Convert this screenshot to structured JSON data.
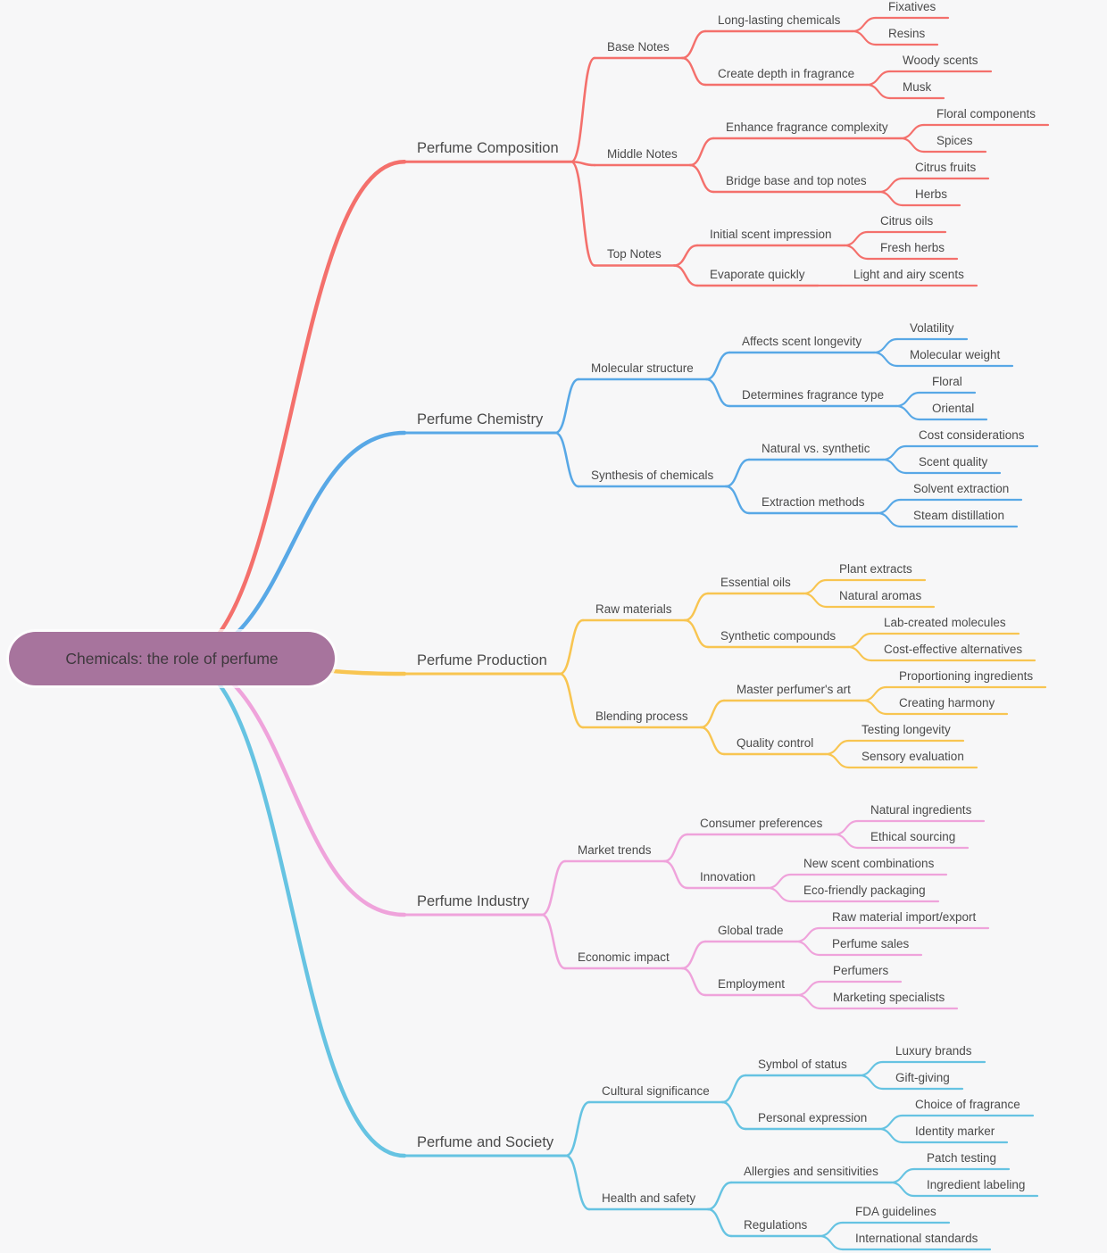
{
  "canvas": {
    "background": "#f7f7f8",
    "text_color": "#4a4a4a"
  },
  "root": {
    "label": "Chemicals: the role of perfume",
    "fill": "#a7749d",
    "text_color": "#3e383d"
  },
  "chart_data": {
    "type": "mindmap-tree",
    "title": "Chemicals: the role of perfume",
    "layout": "horizontal-right",
    "legend_position": "none",
    "grid": false
  },
  "branches": [
    {
      "label": "Perfume Composition",
      "color": "#f4706c",
      "children": [
        {
          "label": "Base Notes",
          "children": [
            {
              "label": "Long-lasting chemicals",
              "children": [
                {
                  "label": "Fixatives"
                },
                {
                  "label": "Resins"
                }
              ]
            },
            {
              "label": "Create depth in fragrance",
              "children": [
                {
                  "label": "Woody scents"
                },
                {
                  "label": "Musk"
                }
              ]
            }
          ]
        },
        {
          "label": "Middle Notes",
          "children": [
            {
              "label": "Enhance fragrance complexity",
              "children": [
                {
                  "label": "Floral components"
                },
                {
                  "label": "Spices"
                }
              ]
            },
            {
              "label": "Bridge base and top notes",
              "children": [
                {
                  "label": "Citrus fruits"
                },
                {
                  "label": "Herbs"
                }
              ]
            }
          ]
        },
        {
          "label": "Top Notes",
          "children": [
            {
              "label": "Initial scent impression",
              "children": [
                {
                  "label": "Citrus oils"
                },
                {
                  "label": "Fresh herbs"
                }
              ]
            },
            {
              "label": "Evaporate quickly",
              "children": [
                {
                  "label": "Light and airy scents"
                }
              ]
            }
          ]
        }
      ]
    },
    {
      "label": "Perfume Chemistry",
      "color": "#58a8e6",
      "children": [
        {
          "label": "Molecular structure",
          "children": [
            {
              "label": "Affects scent longevity",
              "children": [
                {
                  "label": "Volatility"
                },
                {
                  "label": "Molecular weight"
                }
              ]
            },
            {
              "label": "Determines fragrance type",
              "children": [
                {
                  "label": "Floral"
                },
                {
                  "label": "Oriental"
                }
              ]
            }
          ]
        },
        {
          "label": "Synthesis of chemicals",
          "children": [
            {
              "label": "Natural vs. synthetic",
              "children": [
                {
                  "label": "Cost considerations"
                },
                {
                  "label": "Scent quality"
                }
              ]
            },
            {
              "label": "Extraction methods",
              "children": [
                {
                  "label": "Solvent extraction"
                },
                {
                  "label": "Steam distillation"
                }
              ]
            }
          ]
        }
      ]
    },
    {
      "label": "Perfume Production",
      "color": "#f8c551",
      "children": [
        {
          "label": "Raw materials",
          "children": [
            {
              "label": "Essential oils",
              "children": [
                {
                  "label": "Plant extracts"
                },
                {
                  "label": "Natural aromas"
                }
              ]
            },
            {
              "label": "Synthetic compounds",
              "children": [
                {
                  "label": "Lab-created molecules"
                },
                {
                  "label": "Cost-effective alternatives"
                }
              ]
            }
          ]
        },
        {
          "label": "Blending process",
          "children": [
            {
              "label": "Master perfumer's art",
              "children": [
                {
                  "label": "Proportioning ingredients"
                },
                {
                  "label": "Creating harmony"
                }
              ]
            },
            {
              "label": "Quality control",
              "children": [
                {
                  "label": "Testing longevity"
                },
                {
                  "label": "Sensory evaluation"
                }
              ]
            }
          ]
        }
      ]
    },
    {
      "label": "Perfume Industry",
      "color": "#efa3db",
      "children": [
        {
          "label": "Market trends",
          "children": [
            {
              "label": "Consumer preferences",
              "children": [
                {
                  "label": "Natural ingredients"
                },
                {
                  "label": "Ethical sourcing"
                }
              ]
            },
            {
              "label": "Innovation",
              "children": [
                {
                  "label": "New scent combinations"
                },
                {
                  "label": "Eco-friendly packaging"
                }
              ]
            }
          ]
        },
        {
          "label": "Economic impact",
          "children": [
            {
              "label": "Global trade",
              "children": [
                {
                  "label": "Raw material import/export"
                },
                {
                  "label": "Perfume sales"
                }
              ]
            },
            {
              "label": "Employment",
              "children": [
                {
                  "label": "Perfumers"
                },
                {
                  "label": "Marketing specialists"
                }
              ]
            }
          ]
        }
      ]
    },
    {
      "label": "Perfume and Society",
      "color": "#66c3e2",
      "children": [
        {
          "label": "Cultural significance",
          "children": [
            {
              "label": "Symbol of status",
              "children": [
                {
                  "label": "Luxury brands"
                },
                {
                  "label": "Gift-giving"
                }
              ]
            },
            {
              "label": "Personal expression",
              "children": [
                {
                  "label": "Choice of fragrance"
                },
                {
                  "label": "Identity marker"
                }
              ]
            }
          ]
        },
        {
          "label": "Health and safety",
          "children": [
            {
              "label": "Allergies and sensitivities",
              "children": [
                {
                  "label": "Patch testing"
                },
                {
                  "label": "Ingredient labeling"
                }
              ]
            },
            {
              "label": "Regulations",
              "children": [
                {
                  "label": "FDA guidelines"
                },
                {
                  "label": "International standards"
                }
              ]
            }
          ]
        }
      ]
    }
  ]
}
